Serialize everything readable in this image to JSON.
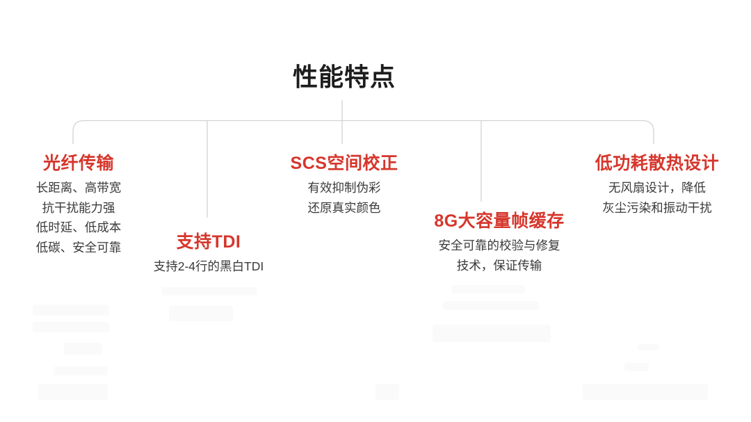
{
  "page": {
    "title": "性能特点"
  },
  "colors": {
    "accent_red": "#d6362c",
    "title_black": "#1d1d1d",
    "body_gray": "#3a3a3a",
    "connector_gray": "#d3d3d3"
  },
  "sections": [
    {
      "id": "fiber-transmission",
      "title": "光纤传输",
      "lines": [
        "长距离、高带宽",
        "抗干扰能力强",
        "低时延、低成本",
        "低碳、安全可靠"
      ]
    },
    {
      "id": "tdi-support",
      "title": "支持TDI",
      "lines": [
        "支持2-4行的黑白TDI"
      ]
    },
    {
      "id": "scs-correction",
      "title": "SCS空间校正",
      "lines": [
        "有效抑制伪彩",
        "还原真实颜色"
      ]
    },
    {
      "id": "frame-buffer",
      "title": "8G大容量帧缓存",
      "lines": [
        "安全可靠的校验与修复",
        "技术，保证传输"
      ]
    },
    {
      "id": "thermal-design",
      "title": "低功耗散热设计",
      "lines": [
        "无风扇设计，降低",
        "灰尘污染和振动干扰"
      ]
    }
  ]
}
